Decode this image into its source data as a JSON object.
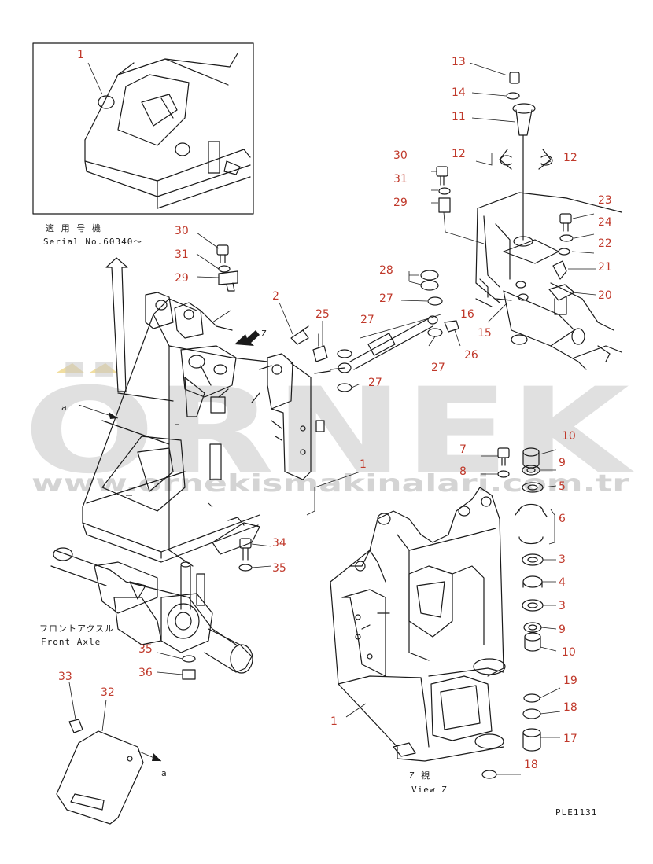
{
  "callouts": {
    "n1_inset": "1",
    "n1_main": "1",
    "n1_view": "1",
    "n2": "2",
    "n3a": "3",
    "n3b": "3",
    "n4": "4",
    "n5": "5",
    "n6": "6",
    "n7": "7",
    "n8": "8",
    "n9a": "9",
    "n9b": "9",
    "n10a": "10",
    "n10b": "10",
    "n11": "11",
    "n12a": "12",
    "n12b": "12",
    "n13": "13",
    "n14": "14",
    "n15": "15",
    "n16": "16",
    "n17": "17",
    "n18a": "18",
    "n18b": "18",
    "n19": "19",
    "n20": "20",
    "n21": "21",
    "n22": "22",
    "n23": "23",
    "n24": "24",
    "n25": "25",
    "n26": "26",
    "n27a": "27",
    "n27b": "27",
    "n27c": "27",
    "n27d": "27",
    "n28": "28",
    "n29a": "29",
    "n29b": "29",
    "n30a": "30",
    "n30b": "30",
    "n31a": "31",
    "n31b": "31",
    "n32": "32",
    "n33": "33",
    "n34": "34",
    "n35a": "35",
    "n35b": "35",
    "n36": "36"
  },
  "labels": {
    "serial_jp": "適 用 号 機",
    "serial": "Serial No.60340～",
    "arrow_z": "Z",
    "ref_a_top": "a",
    "ref_a_bottom": "a",
    "front_axle_jp": "フロントアクスル",
    "front_axle": "Front Axle",
    "view_z_jp": "Z   視",
    "view_z": "View Z",
    "drawing_no": "PLE1131"
  },
  "watermark": {
    "brand": "ÖRNEK",
    "url": "www.ornekismakinalari.com.tr"
  }
}
